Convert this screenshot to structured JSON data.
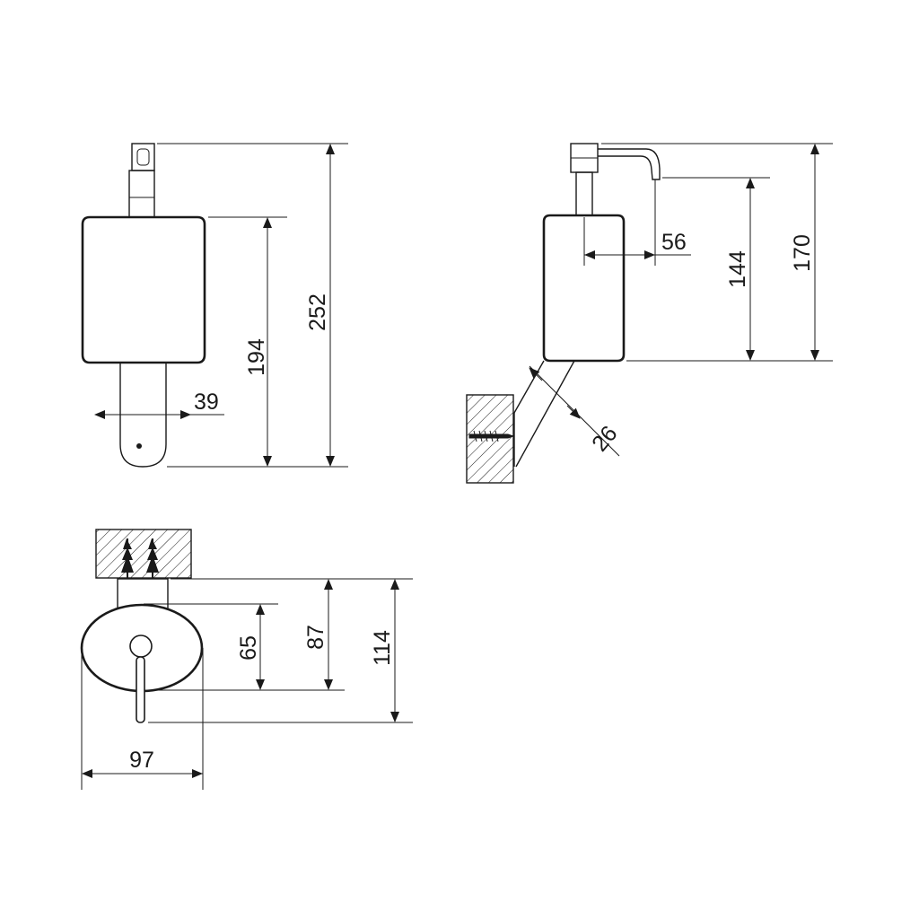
{
  "dimensions": {
    "front_width": "39",
    "front_body_height": "194",
    "front_total_height": "252",
    "side_spout_offset": "56",
    "side_body_height": "144",
    "side_total_height": "170",
    "side_arm_width": "26",
    "top_view_65": "65",
    "top_view_87": "87",
    "top_view_depth": "114",
    "top_view_width": "97"
  }
}
